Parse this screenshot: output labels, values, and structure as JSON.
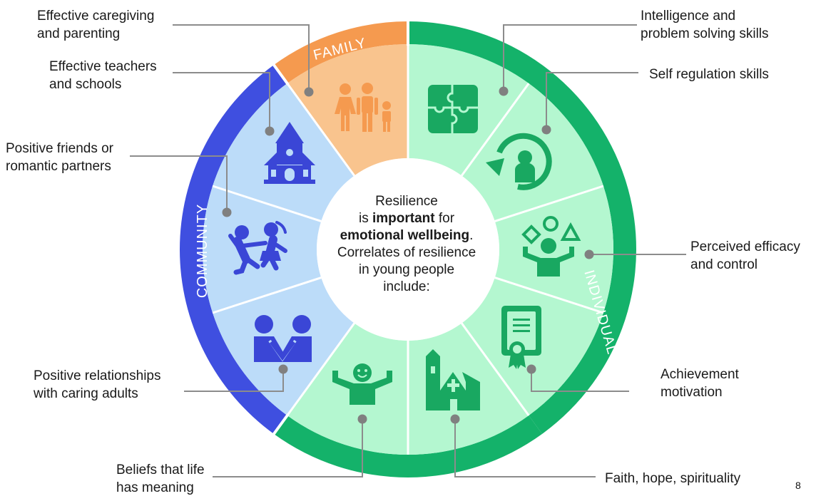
{
  "center": {
    "line1": "Resilience",
    "line2_pre": "is ",
    "line2_bold": "important",
    "line2_post": " for",
    "line3_bold": "emotional wellbeing",
    "line3_post": ".",
    "line4": "Correlates of resilience",
    "line5": "in young people",
    "line6": "include:"
  },
  "rings": {
    "family": "FAMILY",
    "community": "COMMUNITY",
    "individual": "INDIVIDUAL"
  },
  "callouts": {
    "caregiving": [
      "Effective caregiving",
      "and parenting"
    ],
    "teachers": [
      "Effective teachers",
      "and schools"
    ],
    "friends": [
      "Positive friends or",
      "romantic partners"
    ],
    "relationships": [
      "Positive relationships",
      "with caring adults"
    ],
    "beliefs": [
      "Beliefs that life",
      "has meaning"
    ],
    "faith": [
      "Faith, hope, spirituality"
    ],
    "achievement": [
      "Achievement",
      "motivation"
    ],
    "efficacy": [
      "Perceived efficacy",
      "and control"
    ],
    "self_regulation": [
      "Self regulation skills"
    ],
    "intelligence": [
      "Intelligence and",
      "problem solving skills"
    ]
  },
  "page_number": "8",
  "colors": {
    "family_ring": "#f59a4f",
    "family_fill": "#f9c48e",
    "family_icon": "#f59a4f",
    "community_ring": "#3f4fe0",
    "community_fill": "#bcdcf9",
    "community_icon": "#3a46d6",
    "individual_ring": "#14b26a",
    "individual_fill": "#b4f7d0",
    "individual_icon": "#19a861",
    "leader": "#8c8c8c",
    "dot": "#808080"
  }
}
